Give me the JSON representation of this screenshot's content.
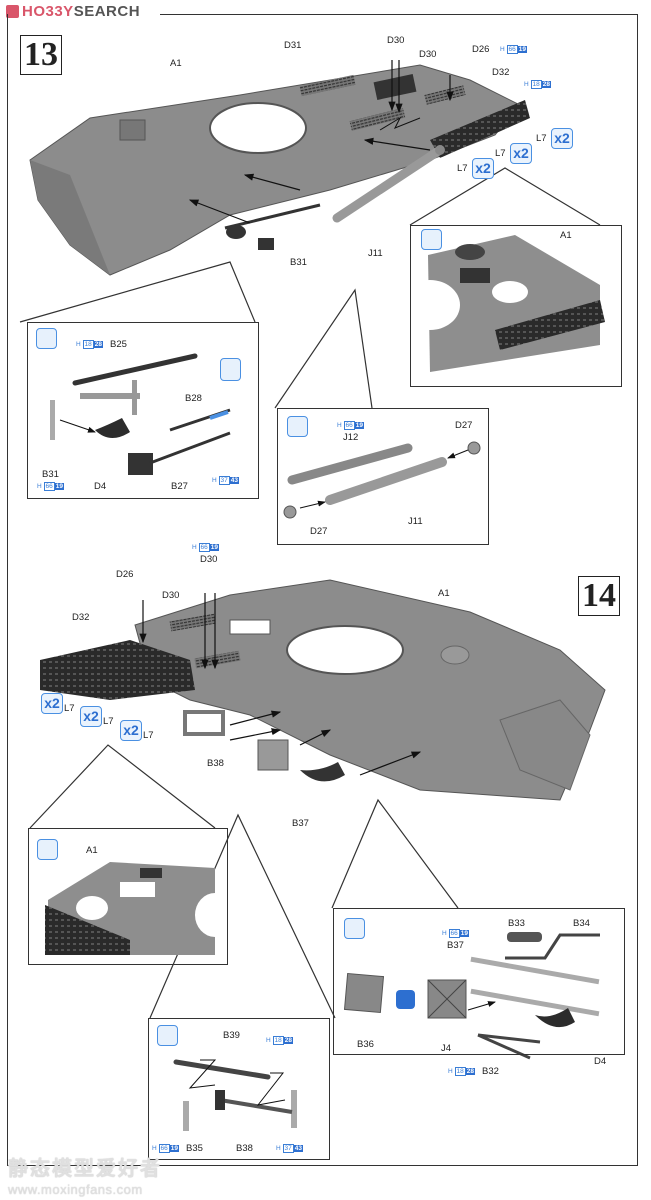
{
  "watermarks": {
    "top_brand_a": "HO33Y",
    "top_brand_b": "SEARCH",
    "bottom_cn": "静态模型爱好者",
    "bottom_url": "www.moxingfans.com"
  },
  "colors": {
    "accent_blue": "#2d6fd0",
    "hull_grey": "#8c8c8c",
    "brand_red": "#d9566a"
  },
  "step13": {
    "number": "13",
    "labels": {
      "a1": "A1",
      "d31": "D31",
      "d30_a": "D30",
      "d30_b": "D30",
      "d26": "D26",
      "d32": "D32",
      "l7_a": "L7",
      "l7_b": "L7",
      "l7_c": "L7",
      "b31": "B31",
      "j11": "J11"
    },
    "color_refs": {
      "d26": {
        "prefix": "H",
        "a": "66",
        "b": "19"
      },
      "l7": {
        "prefix": "H",
        "a": "18",
        "b": "28"
      }
    },
    "multipliers": [
      "x2",
      "x2",
      "x2"
    ],
    "detail_left": {
      "icon": "glue-icon",
      "paint_icon": "paint-icon",
      "labels": {
        "b25": "B25",
        "b28": "B28",
        "b31": "B31",
        "d4": "D4",
        "b27": "B27"
      },
      "color_refs": {
        "b25": {
          "prefix": "H",
          "a": "18",
          "b": "28"
        },
        "b31": {
          "prefix": "H",
          "a": "66",
          "b": "19"
        },
        "b27": {
          "prefix": "H",
          "a": "37",
          "b": "43"
        }
      }
    },
    "detail_center": {
      "icon": "glue-icon",
      "labels": {
        "j12": "J12",
        "d27_a": "D27",
        "d27_b": "D27",
        "j11": "J11"
      },
      "color_refs": {
        "j12": {
          "prefix": "H",
          "a": "66",
          "b": "19"
        }
      }
    },
    "detail_right": {
      "icon": "glue-icon",
      "labels": {
        "a1": "A1"
      }
    }
  },
  "step14": {
    "number": "14",
    "labels": {
      "d26": "D26",
      "d30_a": "D30",
      "d30_b": "D30",
      "d32": "D32",
      "a1": "A1",
      "l7_a": "L7",
      "l7_b": "L7",
      "l7_c": "L7",
      "b38": "B38",
      "b37": "B37"
    },
    "color_refs": {
      "d30": {
        "prefix": "H",
        "a": "66",
        "b": "19"
      }
    },
    "multipliers": [
      "x2",
      "x2",
      "x2"
    ],
    "detail_left": {
      "icon": "glue-icon",
      "labels": {
        "a1": "A1"
      }
    },
    "detail_bottom": {
      "icon": "glue-icon",
      "labels": {
        "b39": "B39",
        "b35": "B35",
        "b38": "B38"
      },
      "color_refs": {
        "b39": {
          "prefix": "H",
          "a": "18",
          "b": "28"
        },
        "b35": {
          "prefix": "H",
          "a": "66",
          "b": "19"
        },
        "b38": {
          "prefix": "H",
          "a": "37",
          "b": "43"
        }
      }
    },
    "detail_right": {
      "icon": "glue-icon",
      "swap_icon": "alternate-option-icon",
      "labels": {
        "b33": "B33",
        "b34": "B34",
        "b37": "B37",
        "b36": "B36",
        "j4": "J4",
        "d4": "D4",
        "b32": "B32"
      },
      "color_refs": {
        "b37": {
          "prefix": "H",
          "a": "66",
          "b": "19"
        },
        "b32": {
          "prefix": "H",
          "a": "18",
          "b": "28"
        }
      }
    }
  }
}
